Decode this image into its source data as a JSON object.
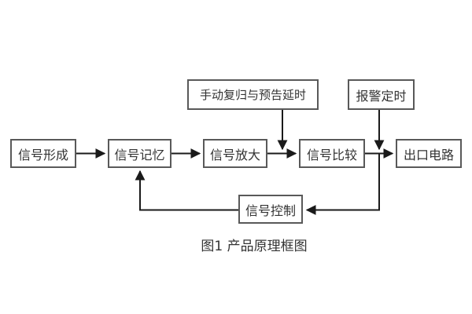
{
  "diagram": {
    "caption": "图1 产品原理框图",
    "nodes": {
      "signal_formation": "信号形成",
      "signal_memory": "信号记忆",
      "signal_amplification": "信号放大",
      "signal_comparison": "信号比较",
      "output_circuit": "出口电路",
      "manual_reset_delay": "手动复归与预告延时",
      "alarm_timing": "报警定时",
      "signal_control": "信号控制"
    },
    "edges": [
      {
        "from": "signal_formation",
        "to": "signal_memory"
      },
      {
        "from": "signal_memory",
        "to": "signal_amplification"
      },
      {
        "from": "signal_amplification",
        "to": "signal_comparison"
      },
      {
        "from": "signal_comparison",
        "to": "output_circuit"
      },
      {
        "from": "manual_reset_delay",
        "to": "link_amplification_comparison"
      },
      {
        "from": "alarm_timing",
        "to": "link_comparison_output"
      },
      {
        "from": "alarm_timing",
        "to": "signal_control"
      },
      {
        "from": "signal_control",
        "to": "signal_memory"
      }
    ],
    "colors": {
      "background": "#ffffff",
      "box_border": "#595959",
      "line": "#1a1a1a",
      "text": "#333333"
    }
  }
}
